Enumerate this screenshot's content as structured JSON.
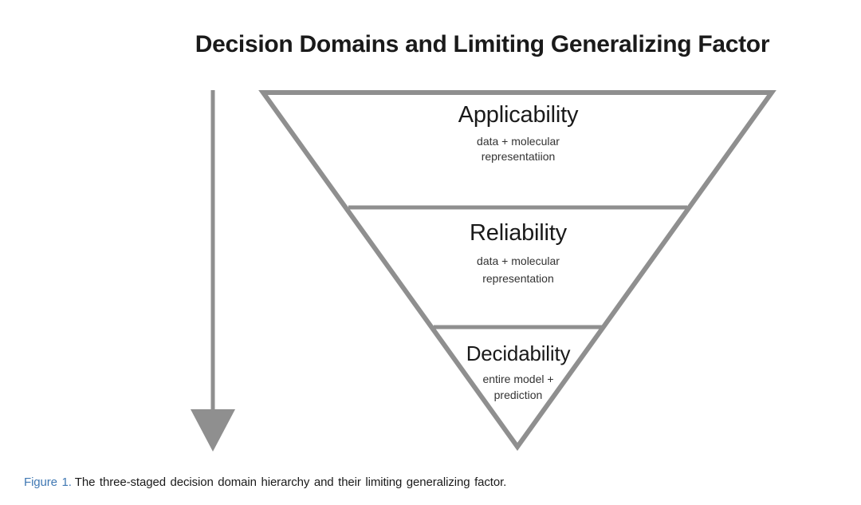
{
  "title": "Decision Domains and Limiting Generalizing Factor",
  "funnel": {
    "stages": [
      {
        "label": "Applicability",
        "sub1": "data + molecular",
        "sub2": "representatiion"
      },
      {
        "label": "Reliability",
        "sub1": "data + molecular",
        "sub2": "representation"
      },
      {
        "label": "Decidability",
        "sub1": "entire model +",
        "sub2": "prediction"
      }
    ]
  },
  "caption": {
    "figure_label": "Figure 1.",
    "text": "The three-staged decision domain hierarchy and their limiting generalizing factor."
  },
  "icons": {
    "hierarchy_arrow": "down-arrow"
  },
  "colors": {
    "background": "#ffffff",
    "shape_gray": "#8f8f8f",
    "caption_blue": "#4078b3",
    "heading_text": "#1a1a1a",
    "sub_text": "#333333"
  }
}
